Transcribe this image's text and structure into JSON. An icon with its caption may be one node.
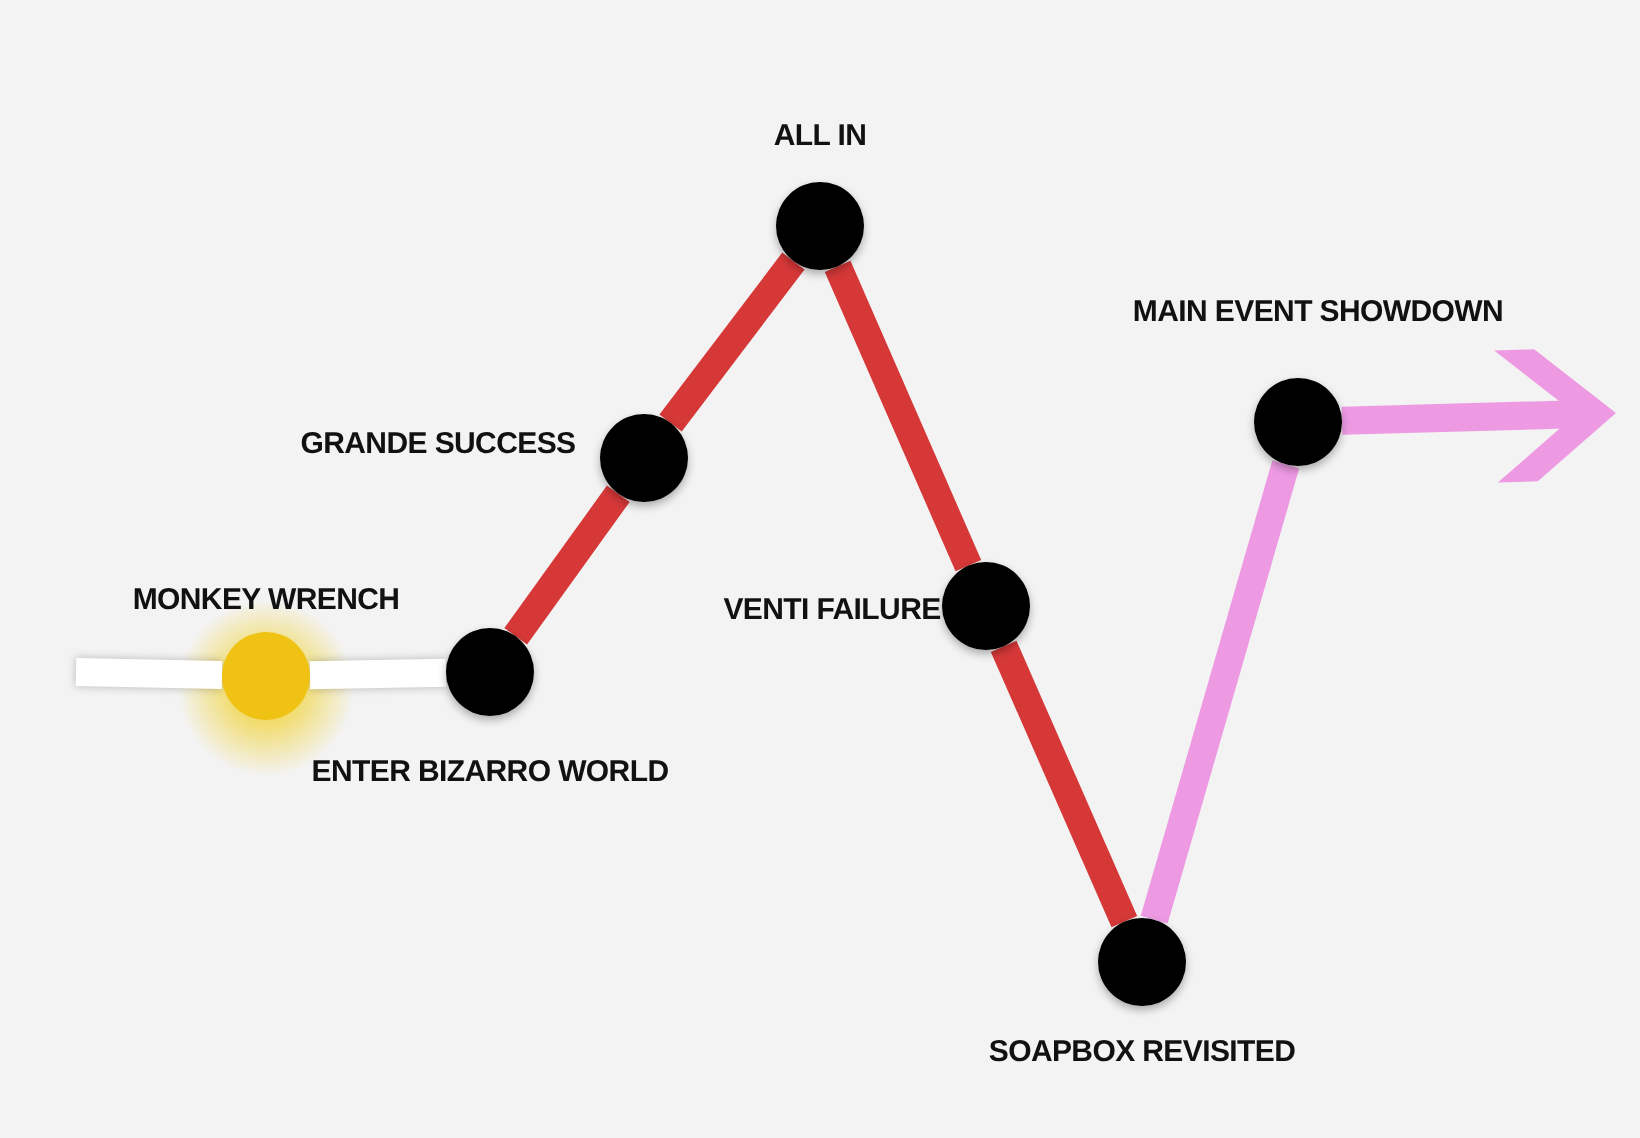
{
  "diagram": {
    "nodes": [
      {
        "text": [
          "MONKEY WRENCH"
        ]
      },
      {
        "text": [
          "ENTER BIZARRO WORLD"
        ]
      },
      {
        "text": [
          "GRANDE SUCCESS"
        ]
      },
      {
        "text": [
          "ALL IN"
        ]
      },
      {
        "text": [
          "VENTI FAILURE"
        ]
      },
      {
        "text": [
          "SOAPBOX REVISITED"
        ]
      },
      {
        "text": [
          "MAIN EVENT SHOWDOWN"
        ]
      }
    ],
    "edges": [
      {
        "from": null,
        "to": 0,
        "arrow": "none",
        "color": "#ffffff"
      },
      {
        "from": 0,
        "to": 1,
        "arrow": "none",
        "color": "#ffffff"
      },
      {
        "from": 1,
        "to": 2,
        "arrow": "none"
      },
      {
        "from": 2,
        "to": 3,
        "arrow": "none"
      },
      {
        "from": 3,
        "to": 4,
        "arrow": "none"
      },
      {
        "from": 4,
        "to": 5,
        "arrow": "none"
      },
      {
        "from": 5,
        "to": 6,
        "arrow": "none",
        "color": "#ee9ae3"
      },
      {
        "from": 6,
        "to": null,
        "arrow": "to",
        "color": "#ee9ae3"
      }
    ]
  }
}
